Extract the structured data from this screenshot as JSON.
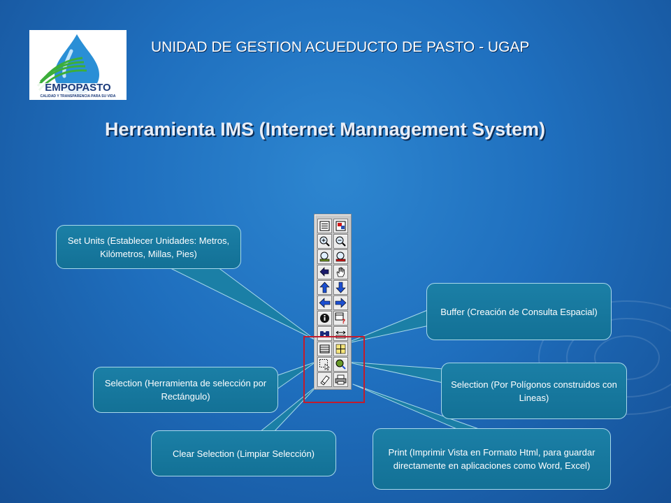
{
  "header": {
    "org_title": "UNIDAD DE GESTION ACUEDUCTO DE PASTO - UGAP",
    "page_title": "Herramienta IMS (Internet Mannagement System)"
  },
  "logo": {
    "brand": "EMPOPASTO",
    "tagline": "CALIDAD Y TRANSPARENCIA PARA SU VIDA"
  },
  "colors": {
    "background": "#1f6fbe",
    "callout_fill": "#177598",
    "callout_border": "#a8d8ea",
    "highlight_frame": "#c21c2c",
    "toolbar": "#c8c8c8"
  },
  "toolbar": {
    "tools": [
      {
        "icon": "legend-icon"
      },
      {
        "icon": "layers-icon"
      },
      {
        "icon": "zoom-in-icon"
      },
      {
        "icon": "zoom-out-icon"
      },
      {
        "icon": "zoom-full-extent-icon"
      },
      {
        "icon": "zoom-active-layer-icon"
      },
      {
        "icon": "back-extent-icon"
      },
      {
        "icon": "pan-icon"
      },
      {
        "icon": "pan-north-icon"
      },
      {
        "icon": "pan-south-icon"
      },
      {
        "icon": "pan-west-icon"
      },
      {
        "icon": "pan-east-icon"
      },
      {
        "icon": "identify-icon"
      },
      {
        "icon": "query-icon"
      },
      {
        "icon": "find-icon"
      },
      {
        "icon": "measure-icon"
      },
      {
        "icon": "set-units-icon"
      },
      {
        "icon": "buffer-icon"
      },
      {
        "icon": "select-rectangle-icon"
      },
      {
        "icon": "select-line-polygon-icon"
      },
      {
        "icon": "clear-selection-icon"
      },
      {
        "icon": "print-icon"
      }
    ]
  },
  "callouts": {
    "set_units": "Set Units (Establecer Unidades: Metros, Kilómetros, Millas, Pies)",
    "buffer": "Buffer (Creación de Consulta Espacial)",
    "select_rectangle": "Selection (Herramienta de selección por Rectángulo)",
    "select_polygon": "Selection (Por Polígonos construidos con Lineas)",
    "clear_selection": "Clear Selection (Limpiar Selección)",
    "print": "Print (Imprimir Vista en Formato Html, para guardar directamente en aplicaciones como Word, Excel)"
  }
}
